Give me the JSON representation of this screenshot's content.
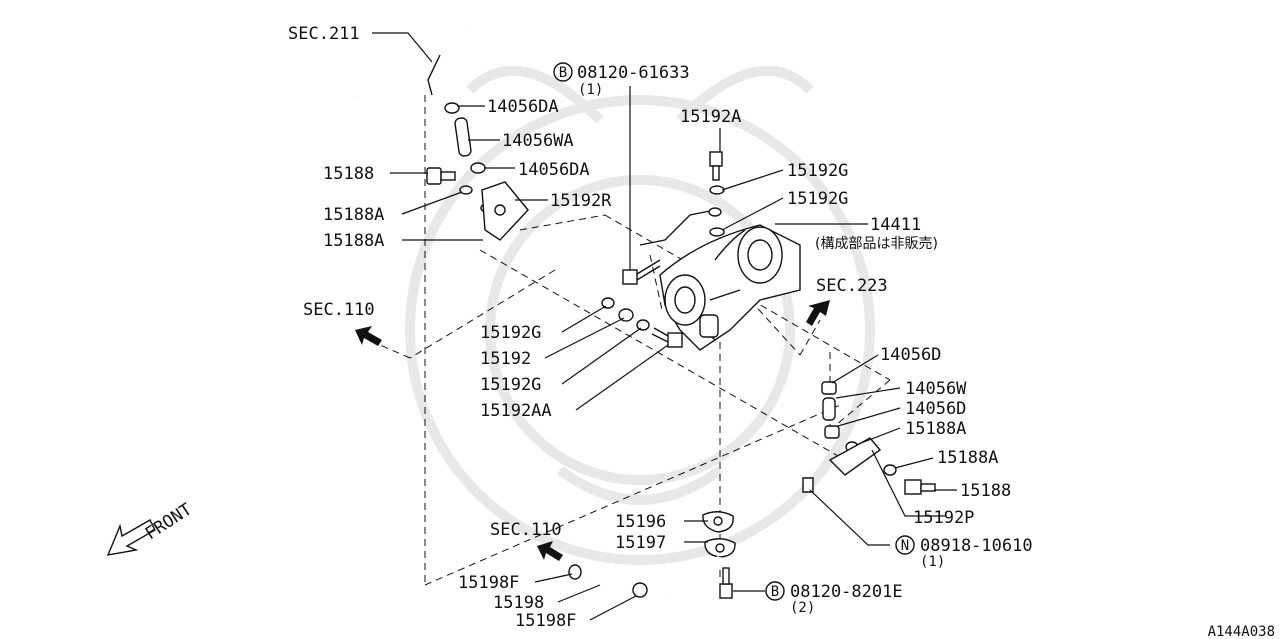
{
  "diagram": {
    "callouts": {
      "sec211": "SEC.211",
      "sec110_top": "SEC.110",
      "sec110_bottom": "SEC.110",
      "sec223": "SEC.223",
      "front": "FRONT"
    },
    "parts": {
      "p14056DA_1": "14056DA",
      "p14056WA": "14056WA",
      "p14056DA_2": "14056DA",
      "p15188_left": "15188",
      "p15188A_1": "15188A",
      "p15188A_2": "15188A",
      "p15192R": "15192R",
      "p15192G_1": "15192G",
      "p15192": "15192",
      "p15192G_2": "15192G",
      "p15192AA": "15192AA",
      "p08120_61633": "08120-61633",
      "p08120_61633_qty": "(1)",
      "p15192A": "15192A",
      "p15192G_3": "15192G",
      "p15192G_4": "15192G",
      "p14411": "14411",
      "p14411_note": "(構成部品は非販売)",
      "p14056D_1": "14056D",
      "p14056W": "14056W",
      "p14056D_2": "14056D",
      "p15188A_3": "15188A",
      "p15188A_4": "15188A",
      "p15188_right": "15188",
      "p15192P": "15192P",
      "p08918_10610": "08918-10610",
      "p08918_10610_qty": "(1)",
      "p15196": "15196",
      "p15197": "15197",
      "p08120_8201E": "08120-8201E",
      "p08120_8201E_qty": "(2)",
      "p15198F_1": "15198F",
      "p15198": "15198",
      "p15198F_2": "15198F"
    },
    "markers": {
      "b1": "B",
      "b2": "B",
      "n1": "N"
    },
    "diagram_id": "A144A038"
  }
}
